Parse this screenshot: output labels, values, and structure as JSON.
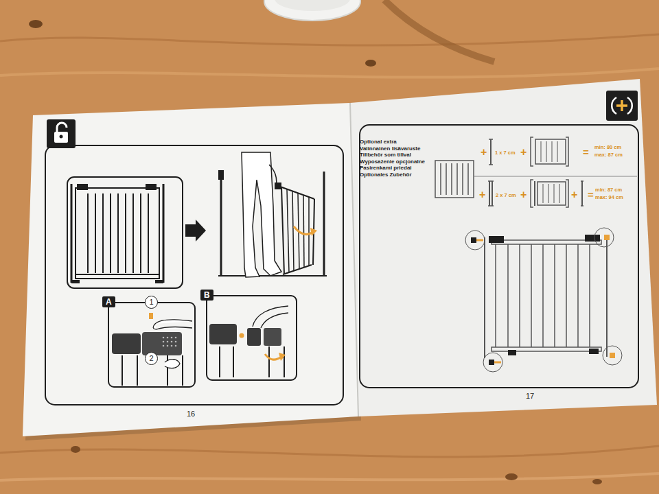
{
  "diagram": {
    "nodes": [
      {
        "text": [
          "A"
        ]
      },
      {
        "text": [
          "1"
        ],
        "in": 0
      },
      {
        "text": [
          "2"
        ],
        "in": 0
      },
      {
        "text": [
          "B"
        ]
      }
    ],
    "labels": [
      "16",
      "Optional extra",
      "Valinnainen lisävaruste",
      "Tillbehör som tillval",
      "Wyposażenie opcjonalne",
      "Pasirenkami priedai",
      "Optionales Zubehör",
      "+",
      "1 x 7 cm",
      "+",
      "=",
      "min: 80 cm",
      "max: 87 cm",
      "+",
      "2 x 7 cm",
      "+",
      "+",
      "=",
      "min: 87 cm",
      "max: 94 cm",
      "17"
    ]
  }
}
